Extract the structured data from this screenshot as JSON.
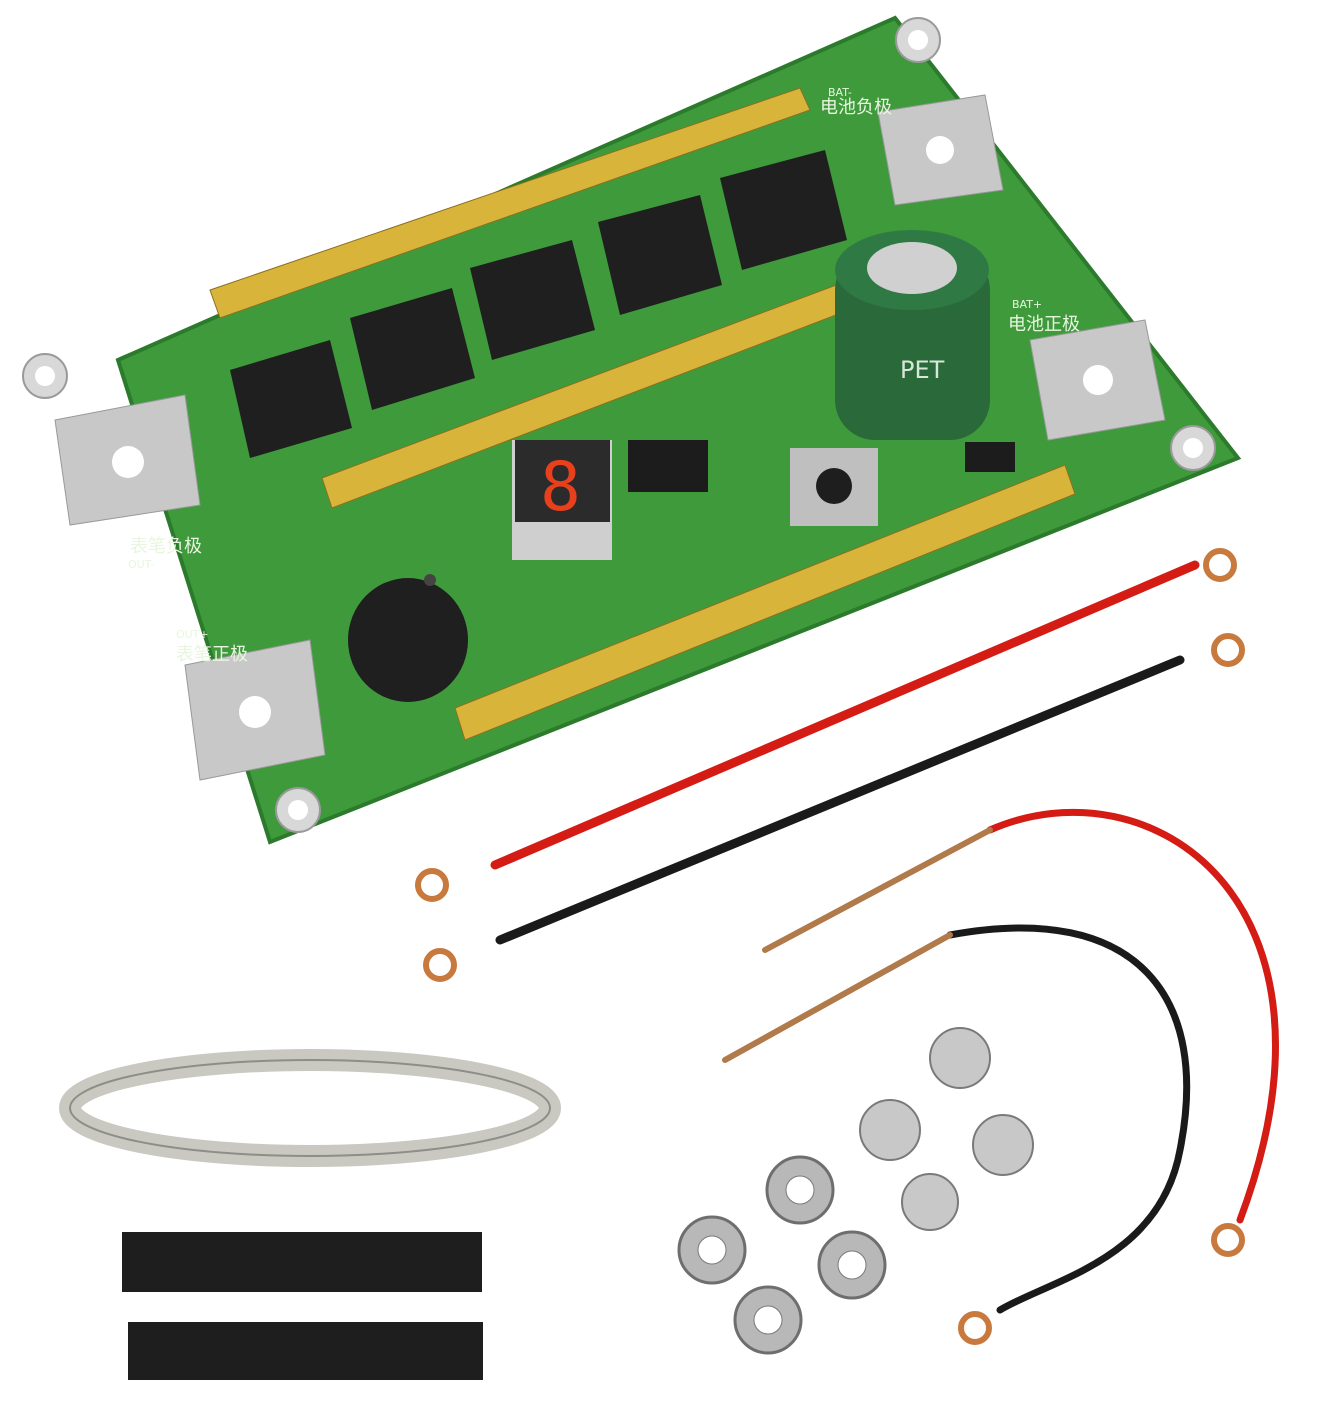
{
  "board": {
    "label_bat_neg": "电池负极",
    "label_bat_neg_en": "BAT-",
    "label_bat_pos": "电池正极",
    "label_bat_pos_en": "BAT+",
    "label_out_neg": "表笔负极",
    "label_out_neg_en": "OUT-",
    "label_out_pos": "表笔正极",
    "label_out_pos_en": "OUT+",
    "capacitor_text": "PET",
    "display_digit": "8",
    "display_color": "#e8401c",
    "board_color": "#3f9a3c"
  },
  "accessories": {
    "cable_colors": [
      "#d41c14",
      "#1a1a1a"
    ],
    "nickel_strip_color": "#c9c9c2",
    "heat_shrink_color": "#1e1e1e",
    "screw_color": "#c8c8c8"
  }
}
